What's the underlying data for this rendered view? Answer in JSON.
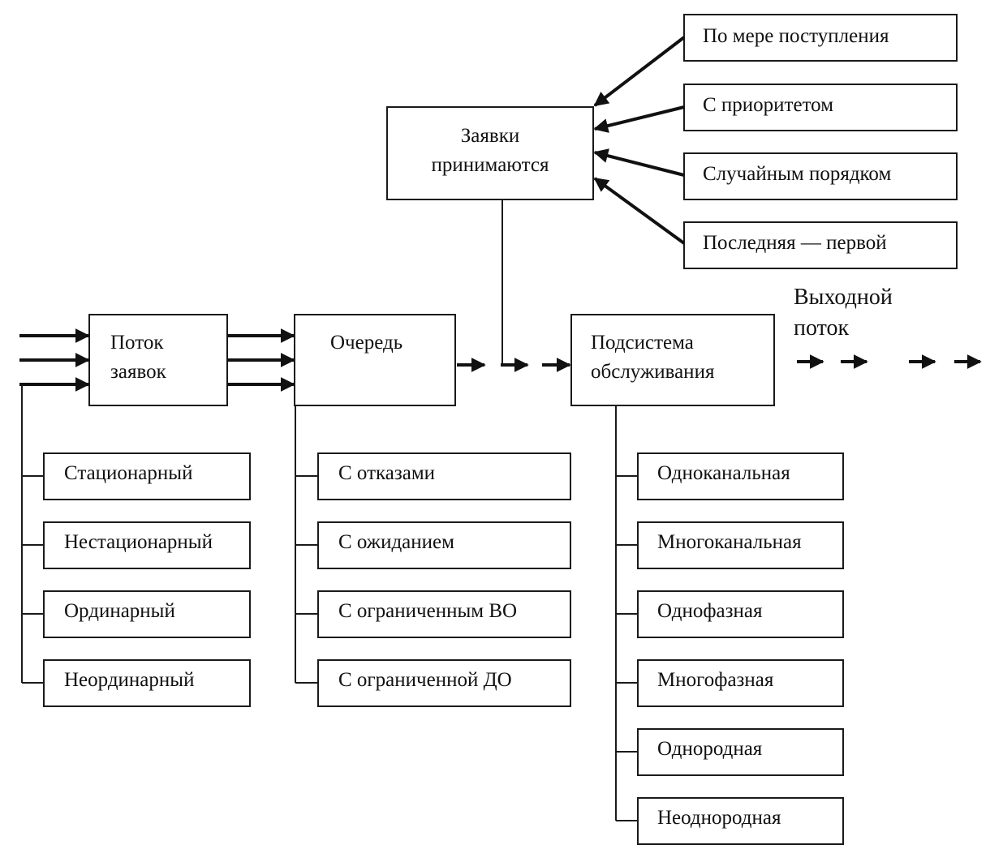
{
  "main": {
    "flow": [
      "Поток",
      "заявок"
    ],
    "queue": "Очередь",
    "service": [
      "Подсистема",
      "обслуживания"
    ],
    "accept": [
      "Заявки",
      "принимаются"
    ],
    "output": [
      "Выходной",
      "поток"
    ]
  },
  "flow_types": [
    "Стационарный",
    "Нестационарный",
    "Ординарный",
    "Неординарный"
  ],
  "queue_types": [
    "С отказами",
    "С ожиданием",
    "С ограниченным ВО",
    "С ограниченной ДО"
  ],
  "service_types": [
    "Одноканальная",
    "Многоканальная",
    "Однофазная",
    "Многофазная",
    "Однородная",
    "Неоднородная"
  ],
  "accept_modes": [
    "По мере поступления",
    "С приоритетом",
    "Случайным порядком",
    "Последняя — первой"
  ]
}
